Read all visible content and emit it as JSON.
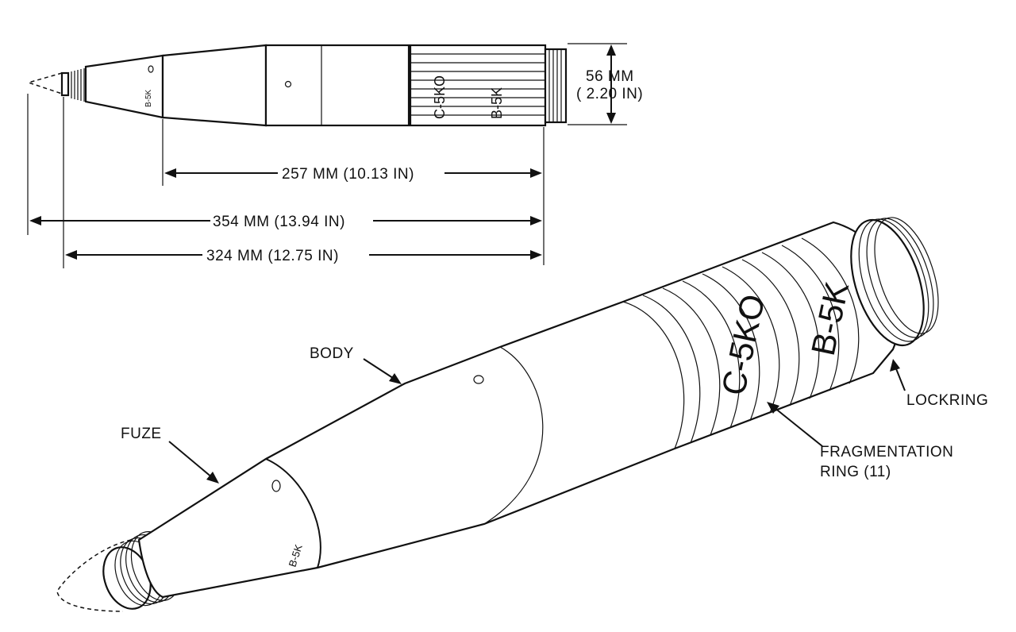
{
  "dimensions": {
    "diameter_mm": "56 MM",
    "diameter_in": "( 2.20 IN)",
    "length_257": "257 MM (10.13 IN)",
    "length_354": "354 MM (13.94 IN)",
    "length_324": "324 MM (12.75 IN)"
  },
  "markings": {
    "fuze_mark": "B-5K",
    "ring_mark_1": "C-5KO",
    "ring_mark_2": "B-5K"
  },
  "callouts": {
    "body": "BODY",
    "fuze": "FUZE",
    "lockring": "LOCKRING",
    "frag_line1": "FRAGMENTATION",
    "frag_line2": "RING (11)"
  }
}
